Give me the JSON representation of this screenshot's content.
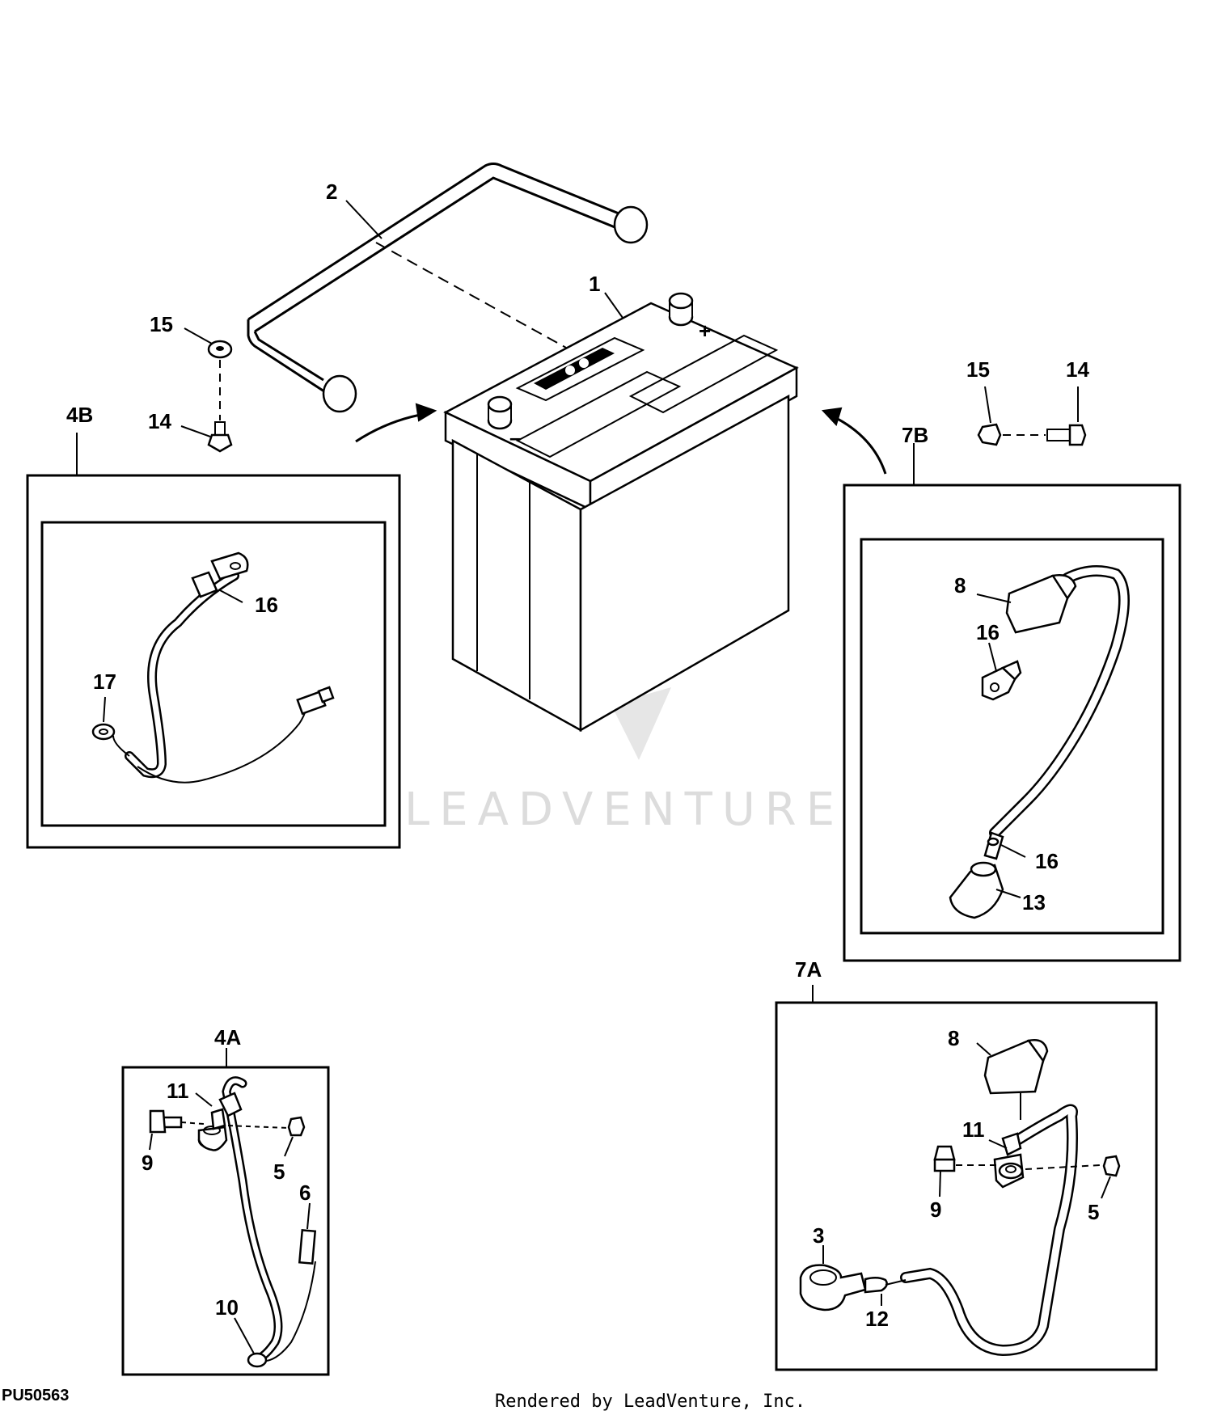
{
  "watermark": {
    "text": "LEADVENTURE"
  },
  "footer": {
    "code": "PU50563",
    "credit": "Rendered by LeadVenture, Inc."
  },
  "battery": {
    "plus": "+",
    "minus": "–"
  },
  "callouts": {
    "c1": "1",
    "c2": "2",
    "c14a": "14",
    "c15a": "15",
    "c14b": "14",
    "c15b": "15",
    "c4b": "4B",
    "c7b": "7B",
    "c7a": "7A",
    "c4a": "4A",
    "c16a": "16",
    "c17": "17",
    "c8a": "8",
    "c16b": "16",
    "c16c": "16",
    "c13": "13",
    "c8b": "8",
    "c11b": "11",
    "c9b": "9",
    "c5b": "5",
    "c3": "3",
    "c12": "12",
    "c11a": "11",
    "c9a": "9",
    "c5a": "5",
    "c6": "6",
    "c10": "10"
  },
  "colors": {
    "line": "#000000",
    "watermark": "#dcdcdc",
    "background": "#ffffff"
  }
}
